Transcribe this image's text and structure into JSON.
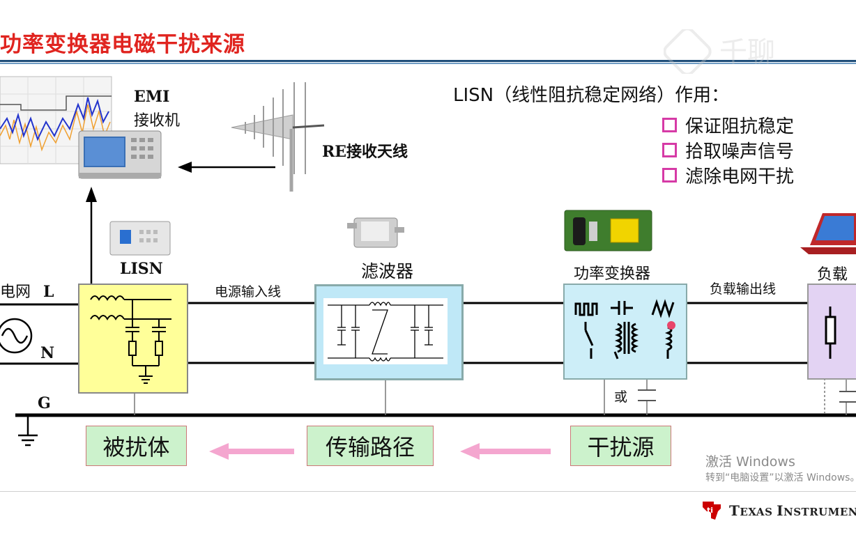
{
  "slide": {
    "title": "功率变换器电磁干扰来源",
    "watermark": "千聊"
  },
  "labels": {
    "emi_receiver_1": "EMI",
    "emi_receiver_2": "接收机",
    "re_antenna": "RE接收天线",
    "lisn": "LISN",
    "filter": "滤波器",
    "power_converter": "功率变换器",
    "load": "负载",
    "grid": "电网",
    "line_l": "L",
    "line_n": "N",
    "ground_g": "G",
    "power_input_line": "电源输入线",
    "load_output_line": "负载输出线",
    "or": "或"
  },
  "lisn_purpose": {
    "heading": "LISN（线性阻抗稳定网络）作用：",
    "items": [
      "保证阻抗稳定",
      "拾取噪声信号",
      "滤除电网干扰"
    ]
  },
  "chain": {
    "victim": "被扰体",
    "path": "传输路径",
    "source": "干扰源"
  },
  "system_overlay": {
    "line1": "激活 Windows",
    "line2": "转到“电脑设置”以激活 Windows。"
  },
  "footer": {
    "brand_big_1": "T",
    "brand_small_1": "EXAS ",
    "brand_big_2": "I",
    "brand_small_2": "NSTRUMENTS"
  },
  "colors": {
    "title": "#e0241f",
    "bullet": "#d63aa6",
    "arrow_pink": "#f4a6cf",
    "lisn_fill": "#ffff99",
    "filter_fill": "#bfe8f7",
    "converter_fill": "#cdeef8",
    "load_fill": "#e3d3f3",
    "chain_fill": "#ccf2cc",
    "ti_red": "#cc0000"
  }
}
